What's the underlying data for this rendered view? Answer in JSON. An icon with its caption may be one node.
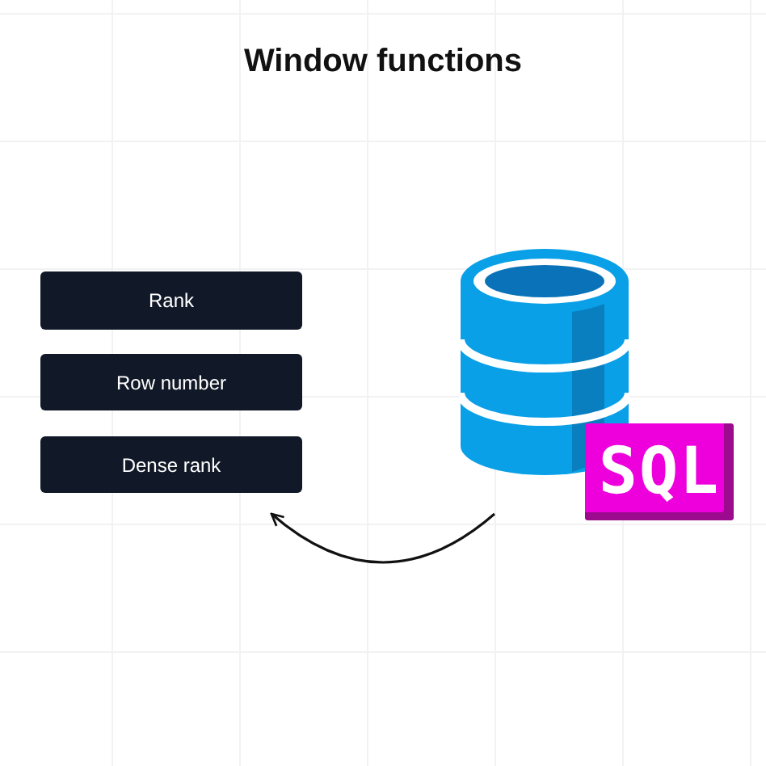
{
  "diagram": {
    "title": "Window functions",
    "nodes": [
      {
        "text": [
          "Rank"
        ]
      },
      {
        "text": [
          "Row number"
        ]
      },
      {
        "text": [
          "Dense rank"
        ]
      },
      {
        "text": [],
        "shape": "cylinder"
      },
      {
        "text": [
          "SQL"
        ]
      }
    ],
    "edges": [
      {
        "from": 3,
        "to": 2,
        "arrow": "to"
      }
    ]
  }
}
